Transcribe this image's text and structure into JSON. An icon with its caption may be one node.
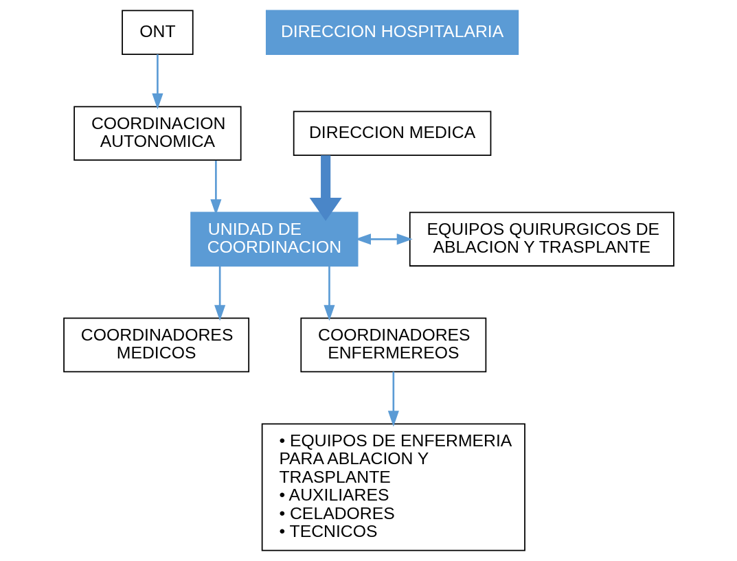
{
  "diagram": {
    "nodes": [
      {
        "text": [
          "ONT"
        ]
      },
      {
        "text": [
          "DIRECCION HOSPITALARIA"
        ]
      },
      {
        "text": [
          "DIRECCION MEDICA"
        ]
      },
      {
        "text": [
          "COORDINACION AUTONOMICA"
        ]
      },
      {
        "text": [
          "UNIDAD DE COORDINACION"
        ]
      },
      {
        "text": [
          "EQUIPOS QUIRURGICOS DE ABLACION Y TRASPLANTE"
        ]
      },
      {
        "text": [
          "COORDINADORES MEDICOS"
        ]
      },
      {
        "text": [
          "COORDINADORES ENFERMEREOS"
        ]
      },
      {
        "text": [
          "• EQUIPOS DE ENFERMERIA PARA ABLACION Y TRASPLANTE",
          "• AUXILIARES",
          "• CELADORES",
          "• TECNICOS"
        ]
      }
    ],
    "edges": [
      {
        "from": 0,
        "to": 3,
        "arrow": "to"
      },
      {
        "from": 2,
        "to": 4,
        "arrow": "to",
        "style": "thick",
        "color": "#4a86c8"
      },
      {
        "from": 3,
        "to": 4,
        "arrow": "to"
      },
      {
        "from": 4,
        "to": 5,
        "arrow": "both"
      },
      {
        "from": 4,
        "to": 6,
        "arrow": "to"
      },
      {
        "from": 4,
        "to": 7,
        "arrow": "to"
      },
      {
        "from": 7,
        "to": 8,
        "arrow": "to"
      }
    ]
  }
}
